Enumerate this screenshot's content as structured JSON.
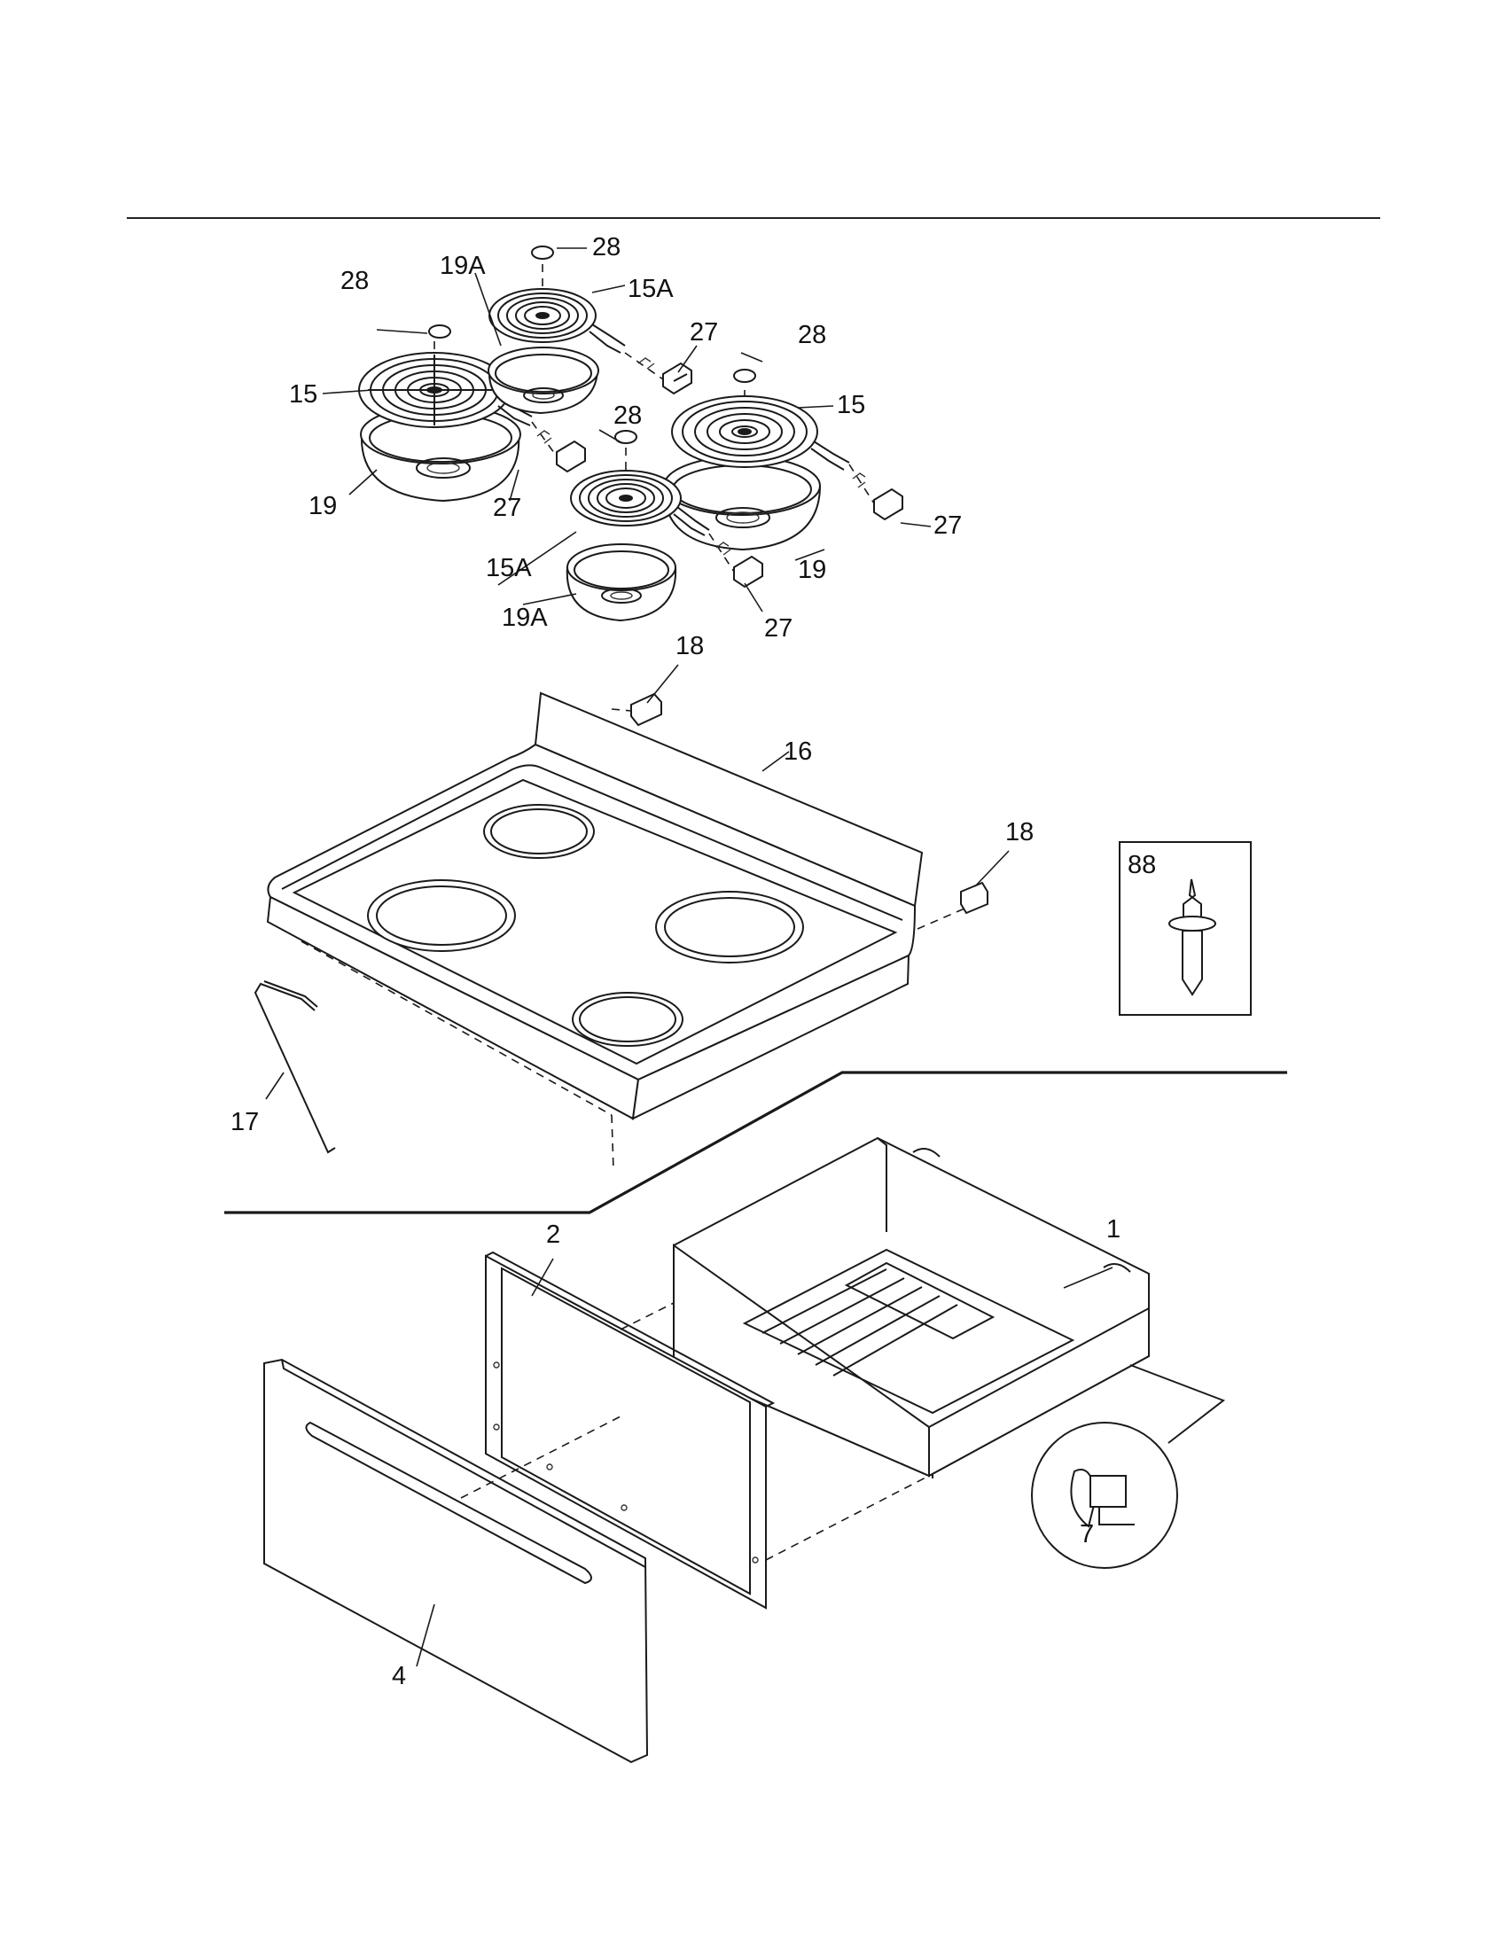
{
  "callouts": {
    "c1": "1",
    "c2": "2",
    "c4": "4",
    "c7": "7",
    "c15_left": "15",
    "c15_right": "15",
    "c15a_top": "15A",
    "c15a_bottom": "15A",
    "c16": "16",
    "c17": "17",
    "c18_top": "18",
    "c18_right": "18",
    "c19_left": "19",
    "c19_right": "19",
    "c19a_top": "19A",
    "c19a_bottom": "19A",
    "c27_top": "27",
    "c27_mid": "27",
    "c27_right": "27",
    "c27_bottom": "27",
    "c28_top": "28",
    "c28_left": "28",
    "c28_right": "28",
    "c28_mid": "28",
    "c88": "88"
  }
}
